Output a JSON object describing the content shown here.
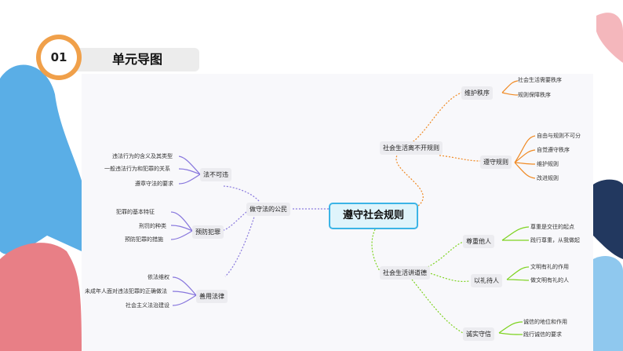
{
  "header": {
    "number": "01",
    "title": "单元导图"
  },
  "mindmap": {
    "center": "遵守社会规则",
    "right_top": {
      "label": "社会生活离不开规则",
      "children": [
        {
          "label": "维护秩序",
          "leaves": [
            "社会生活需要秩序",
            "规则保障秩序"
          ]
        },
        {
          "label": "遵守规则",
          "leaves": [
            "自由与规则不可分",
            "自觉遵守秩序",
            "维护规则",
            "改进规则"
          ]
        }
      ]
    },
    "right_bottom": {
      "label": "社会生活讲道德",
      "children": [
        {
          "label": "尊重他人",
          "leaves": [
            "尊重是交往的起点",
            "践行尊重，从我做起"
          ]
        },
        {
          "label": "以礼待人",
          "leaves": [
            "文明有礼的作用",
            "做文明有礼的人"
          ]
        },
        {
          "label": "诚实守信",
          "leaves": [
            "诚信的地位和作用",
            "践行诚信的要求"
          ]
        }
      ]
    },
    "left": {
      "label": "做守法的公民",
      "children": [
        {
          "label": "法不可违",
          "leaves": [
            "违法行为的含义及其类型",
            "一般违法行为和犯罪的关系",
            "遵章守法的要求"
          ]
        },
        {
          "label": "预防犯罪",
          "leaves": [
            "犯罪的基本特征",
            "刑罚的种类",
            "预防犯罪的措施"
          ]
        },
        {
          "label": "善用法律",
          "leaves": [
            "依法维权",
            "未成年人面对违法犯罪的正确做法",
            "社会主义法治建设"
          ]
        }
      ]
    }
  },
  "colors": {
    "orange": "#f08a24",
    "green": "#7ed321",
    "purple": "#8877dd",
    "center_border": "#3bb4e6",
    "blob_blue": "#5aaee6",
    "blob_pink": "#e87f86",
    "blob_navy": "#22385f",
    "header_ring": "#f0a04a"
  }
}
